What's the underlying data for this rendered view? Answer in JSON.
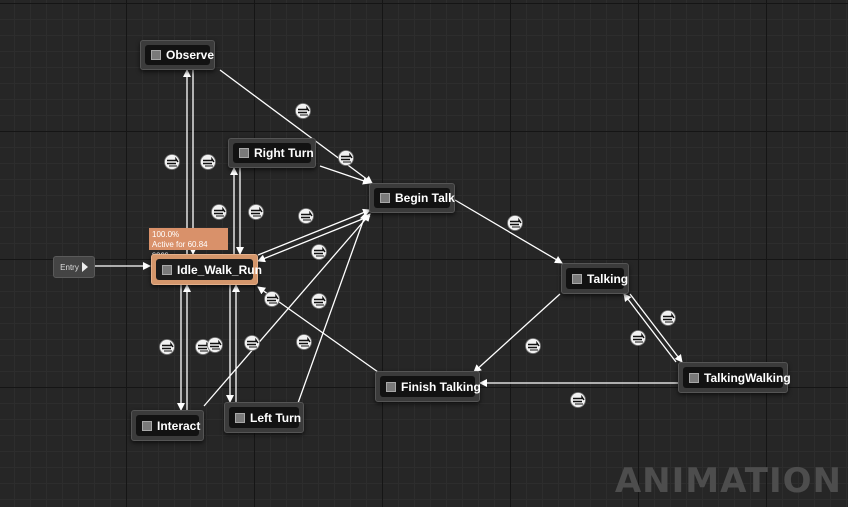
{
  "states": {
    "observe": "Observe",
    "right_turn": "Right Turn",
    "begin_talk": "Begin Talk",
    "idle_walk_run": "Idle_Walk_Run",
    "talking": "Talking",
    "finish_talking": "Finish Talking",
    "talking_walking": "TalkingWalking",
    "interact": "Interact",
    "left_turn": "Left Turn"
  },
  "entry": {
    "label": "Entry"
  },
  "active_state": {
    "weight": "100.0%",
    "active_text": "Active for 60.84 secs"
  },
  "transitions": [
    {
      "from": "idle_walk_run",
      "to": "observe"
    },
    {
      "from": "observe",
      "to": "idle_walk_run"
    },
    {
      "from": "observe",
      "to": "begin_talk"
    },
    {
      "from": "right_turn",
      "to": "begin_talk"
    },
    {
      "from": "idle_walk_run",
      "to": "right_turn"
    },
    {
      "from": "right_turn",
      "to": "idle_walk_run"
    },
    {
      "from": "idle_walk_run",
      "to": "begin_talk"
    },
    {
      "from": "begin_talk",
      "to": "idle_walk_run"
    },
    {
      "from": "begin_talk",
      "to": "talking"
    },
    {
      "from": "talking",
      "to": "finish_talking"
    },
    {
      "from": "talking",
      "to": "talking_walking"
    },
    {
      "from": "talking_walking",
      "to": "talking"
    },
    {
      "from": "talking_walking",
      "to": "finish_talking"
    },
    {
      "from": "finish_talking",
      "to": "idle_walk_run"
    },
    {
      "from": "interact",
      "to": "begin_talk"
    },
    {
      "from": "left_turn",
      "to": "begin_talk"
    },
    {
      "from": "idle_walk_run",
      "to": "interact"
    },
    {
      "from": "interact",
      "to": "idle_walk_run"
    },
    {
      "from": "idle_walk_run",
      "to": "left_turn"
    },
    {
      "from": "left_turn",
      "to": "idle_walk_run"
    }
  ],
  "watermark": "ANIMATION",
  "colors": {
    "background": "#262626",
    "active_border": "#d4966b",
    "tooltip": "#d9916a",
    "wire": "#ffffff"
  }
}
